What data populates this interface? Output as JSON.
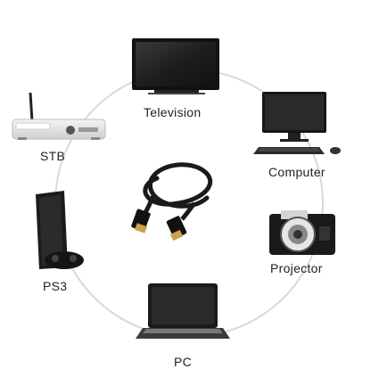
{
  "devices": {
    "television": "Television",
    "stb": "STB",
    "computer": "Computer",
    "projector": "Projector",
    "ps3": "PS3",
    "pc": "PC"
  },
  "colors": {
    "ring": "#d9d9d9",
    "device_dark": "#1c1c1c",
    "screen": "#2a2a2a",
    "device_light": "#e9e9e9",
    "label": "#222222"
  }
}
